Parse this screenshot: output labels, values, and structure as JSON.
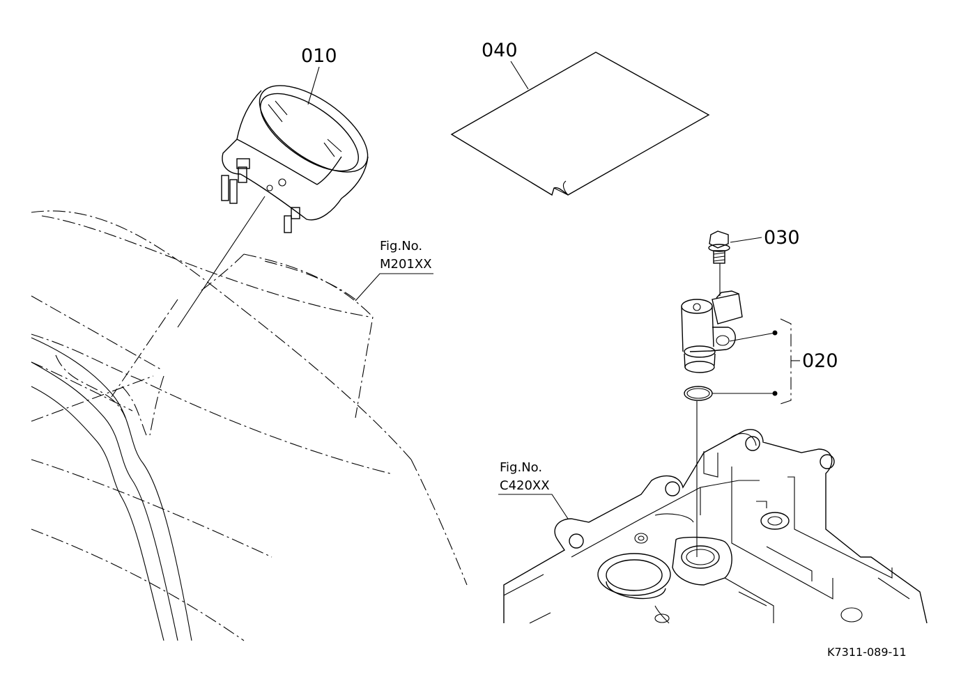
{
  "callouts": {
    "meter": "010",
    "sensor_assy": "020",
    "bolt": "030",
    "label": "040"
  },
  "figure_refs": {
    "dash": {
      "prefix": "Fig.No.",
      "number": "M201XX"
    },
    "case": {
      "prefix": "Fig.No.",
      "number": "C420XX"
    }
  },
  "drawing_code": "K7311-089-11"
}
